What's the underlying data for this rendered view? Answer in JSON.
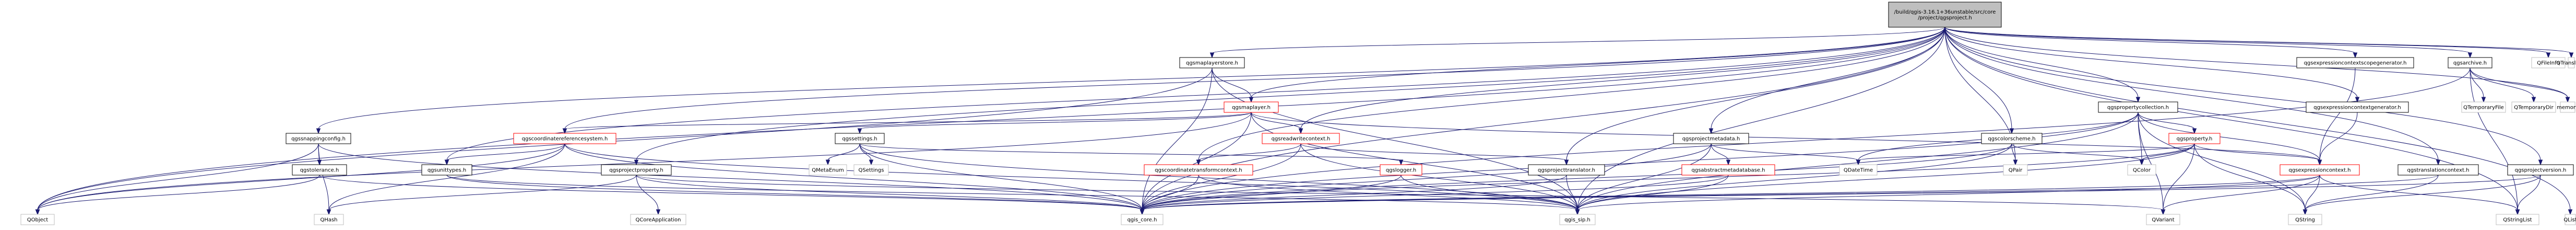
{
  "colors": {
    "edge": "#191970",
    "node_border_default": "#bfbfbf",
    "node_border_linked": "#000000",
    "node_border_red": "#ff0000",
    "root_fill": "#bfbfbf",
    "node_fill": "#ffffff",
    "text": "#000000"
  },
  "graph": {
    "nodes": [
      {
        "id": "root",
        "lines": [
          "/build/qgis-3.16.1+36unstable/src/core",
          "/project/qgsproject.h"
        ],
        "kind": "root"
      },
      {
        "id": "qgsmaplayerstore",
        "lines": [
          "qgsmaplayerstore.h"
        ],
        "kind": "linked"
      },
      {
        "id": "qgsexpressioncontextscopegenerator",
        "lines": [
          "qgsexpressioncontextscopegenerator.h"
        ],
        "kind": "linked"
      },
      {
        "id": "qgsarchive",
        "lines": [
          "qgsarchive.h"
        ],
        "kind": "linked"
      },
      {
        "id": "qfileinfo",
        "lines": [
          "QFileInfo"
        ],
        "kind": "external"
      },
      {
        "id": "qtranslator",
        "lines": [
          "QTranslator"
        ],
        "kind": "external"
      },
      {
        "id": "qgsmaplayer",
        "lines": [
          "qgsmaplayer.h"
        ],
        "kind": "red"
      },
      {
        "id": "qgspropertycollection",
        "lines": [
          "qgspropertycollection.h"
        ],
        "kind": "linked"
      },
      {
        "id": "qgsexpressioncontextgenerator",
        "lines": [
          "qgsexpressioncontextgenerator.h"
        ],
        "kind": "linked"
      },
      {
        "id": "qtemporaryfile",
        "lines": [
          "QTemporaryFile"
        ],
        "kind": "external"
      },
      {
        "id": "qtemporarydir",
        "lines": [
          "QTemporaryDir"
        ],
        "kind": "external"
      },
      {
        "id": "memory",
        "lines": [
          "memory"
        ],
        "kind": "external"
      },
      {
        "id": "qgssnappingconfig",
        "lines": [
          "qgssnappingconfig.h"
        ],
        "kind": "linked"
      },
      {
        "id": "qgscoordinatereferencesystem",
        "lines": [
          "qgscoordinatereferencesystem.h"
        ],
        "kind": "red"
      },
      {
        "id": "qgssettings",
        "lines": [
          "qgssettings.h"
        ],
        "kind": "linked"
      },
      {
        "id": "qgsreadwritecontext",
        "lines": [
          "qgsreadwritecontext.h"
        ],
        "kind": "red"
      },
      {
        "id": "qgsprojectmetadata",
        "lines": [
          "qgsprojectmetadata.h"
        ],
        "kind": "linked"
      },
      {
        "id": "qgscolorscheme",
        "lines": [
          "qgscolorscheme.h"
        ],
        "kind": "linked"
      },
      {
        "id": "qgsproperty",
        "lines": [
          "qgsproperty.h"
        ],
        "kind": "red"
      },
      {
        "id": "qgstolerance",
        "lines": [
          "qgstolerance.h"
        ],
        "kind": "linked"
      },
      {
        "id": "qgsunittypes",
        "lines": [
          "qgsunittypes.h"
        ],
        "kind": "linked"
      },
      {
        "id": "qgsprojectproperty",
        "lines": [
          "qgsprojectproperty.h"
        ],
        "kind": "linked"
      },
      {
        "id": "qmetaenum",
        "lines": [
          "QMetaEnum"
        ],
        "kind": "external"
      },
      {
        "id": "qsettings",
        "lines": [
          "QSettings"
        ],
        "kind": "external"
      },
      {
        "id": "qgscoordinatetransformcontext",
        "lines": [
          "qgscoordinatetransformcontext.h"
        ],
        "kind": "red"
      },
      {
        "id": "qgslogger",
        "lines": [
          "qgslogger.h"
        ],
        "kind": "red"
      },
      {
        "id": "qgsprojecttranslator",
        "lines": [
          "qgsprojecttranslator.h"
        ],
        "kind": "linked"
      },
      {
        "id": "qgsabstractmetadatabase",
        "lines": [
          "qgsabstractmetadatabase.h"
        ],
        "kind": "red"
      },
      {
        "id": "qdatetime",
        "lines": [
          "QDateTime"
        ],
        "kind": "external"
      },
      {
        "id": "qpair",
        "lines": [
          "QPair"
        ],
        "kind": "external"
      },
      {
        "id": "qcolor",
        "lines": [
          "QColor"
        ],
        "kind": "external"
      },
      {
        "id": "qgsexpressioncontext",
        "lines": [
          "qgsexpressioncontext.h"
        ],
        "kind": "red"
      },
      {
        "id": "qgstranslationcontext",
        "lines": [
          "qgstranslationcontext.h"
        ],
        "kind": "linked"
      },
      {
        "id": "qgsprojectversion",
        "lines": [
          "qgsprojectversion.h"
        ],
        "kind": "linked"
      },
      {
        "id": "qobject",
        "lines": [
          "QObject"
        ],
        "kind": "external"
      },
      {
        "id": "qhash",
        "lines": [
          "QHash"
        ],
        "kind": "external"
      },
      {
        "id": "qcoreapplication",
        "lines": [
          "QCoreApplication"
        ],
        "kind": "external"
      },
      {
        "id": "qgis_core",
        "lines": [
          "qgis_core.h"
        ],
        "kind": "external"
      },
      {
        "id": "qgis_sip",
        "lines": [
          "qgis_sip.h"
        ],
        "kind": "external"
      },
      {
        "id": "qvariant",
        "lines": [
          "QVariant"
        ],
        "kind": "external"
      },
      {
        "id": "qstring",
        "lines": [
          "QString"
        ],
        "kind": "external"
      },
      {
        "id": "qstringlist",
        "lines": [
          "QStringList"
        ],
        "kind": "external"
      },
      {
        "id": "qlist",
        "lines": [
          "QList"
        ],
        "kind": "external"
      }
    ],
    "edges": [
      [
        "root",
        "qgsmaplayerstore"
      ],
      [
        "root",
        "qgsexpressioncontextscopegenerator"
      ],
      [
        "root",
        "qgsarchive"
      ],
      [
        "root",
        "qfileinfo"
      ],
      [
        "root",
        "qtranslator"
      ],
      [
        "root",
        "qgsmaplayer"
      ],
      [
        "root",
        "qgspropertycollection"
      ],
      [
        "root",
        "qgsexpressioncontextgenerator"
      ],
      [
        "root",
        "memory"
      ],
      [
        "root",
        "qgssnappingconfig"
      ],
      [
        "root",
        "qgscoordinatereferencesystem"
      ],
      [
        "root",
        "qgsreadwritecontext"
      ],
      [
        "root",
        "qgsprojectmetadata"
      ],
      [
        "root",
        "qgscolorscheme"
      ],
      [
        "root",
        "qgsunittypes"
      ],
      [
        "root",
        "qgsprojectproperty"
      ],
      [
        "root",
        "qgscoordinatetransformcontext"
      ],
      [
        "root",
        "qgsprojecttranslator"
      ],
      [
        "root",
        "qgstranslationcontext"
      ],
      [
        "root",
        "qgsprojectversion"
      ],
      [
        "root",
        "qobject"
      ],
      [
        "root",
        "qgis_core"
      ],
      [
        "root",
        "qgis_sip"
      ],
      [
        "root",
        "qstringlist"
      ],
      [
        "root",
        "qlist"
      ],
      [
        "root",
        "qpair"
      ],
      [
        "qgsmaplayerstore",
        "qgsmaplayer"
      ],
      [
        "qgsmaplayerstore",
        "qobject"
      ],
      [
        "qgsmaplayerstore",
        "qgis_core"
      ],
      [
        "qgsmaplayerstore",
        "qgis_sip"
      ],
      [
        "qgsexpressioncontextscopegenerator",
        "qgsexpressioncontext"
      ],
      [
        "qgsarchive",
        "qtemporaryfile"
      ],
      [
        "qgsarchive",
        "qtemporarydir"
      ],
      [
        "qgsarchive",
        "memory"
      ],
      [
        "qgsarchive",
        "qgis_core"
      ],
      [
        "qgsarchive",
        "qstringlist"
      ],
      [
        "qgsmaplayer",
        "qgscoordinatereferencesystem"
      ],
      [
        "qgsmaplayer",
        "qgssettings"
      ],
      [
        "qgsmaplayer",
        "qgsreadwritecontext"
      ],
      [
        "qgsmaplayer",
        "qgsexpressioncontext"
      ],
      [
        "qgsmaplayer",
        "qobject"
      ],
      [
        "qgsmaplayer",
        "qgis_sip"
      ],
      [
        "qgsmaplayer",
        "qgis_core"
      ],
      [
        "qgspropertycollection",
        "qgsproperty"
      ],
      [
        "qgspropertycollection",
        "qgsexpressioncontext"
      ],
      [
        "qgspropertycollection",
        "qdatetime"
      ],
      [
        "qgspropertycollection",
        "qcolor"
      ],
      [
        "qgspropertycollection",
        "qgis_core"
      ],
      [
        "qgspropertycollection",
        "qgis_sip"
      ],
      [
        "qgspropertycollection",
        "qvariant"
      ],
      [
        "qgspropertycollection",
        "qstring"
      ],
      [
        "qgsexpressioncontextgenerator",
        "qgsexpressioncontext"
      ],
      [
        "qgssnappingconfig",
        "qgstolerance"
      ],
      [
        "qgssnappingconfig",
        "qgis_core"
      ],
      [
        "qgssnappingconfig",
        "qobject"
      ],
      [
        "qgssnappingconfig",
        "qhash"
      ],
      [
        "qgscoordinatereferencesystem",
        "qgsunittypes"
      ],
      [
        "qgscoordinatereferencesystem",
        "qgis_core"
      ],
      [
        "qgscoordinatereferencesystem",
        "qgis_sip"
      ],
      [
        "qgscoordinatereferencesystem",
        "qobject"
      ],
      [
        "qgscoordinatereferencesystem",
        "qhash"
      ],
      [
        "qgssettings",
        "qmetaenum"
      ],
      [
        "qgssettings",
        "qsettings"
      ],
      [
        "qgssettings",
        "qgis_core"
      ],
      [
        "qgssettings",
        "qgis_sip"
      ],
      [
        "qgssettings",
        "qgslogger"
      ],
      [
        "qgsreadwritecontext",
        "qgscoordinatetransformcontext"
      ],
      [
        "qgsreadwritecontext",
        "qgis_core"
      ],
      [
        "qgsreadwritecontext",
        "qgis_sip"
      ],
      [
        "qgsreadwritecontext",
        "qgsprojecttranslator"
      ],
      [
        "qgsprojectmetadata",
        "qgsabstractmetadatabase"
      ],
      [
        "qgsprojectmetadata",
        "qdatetime"
      ],
      [
        "qgsprojectmetadata",
        "qgis_core"
      ],
      [
        "qgsprojectmetadata",
        "qgis_sip"
      ],
      [
        "qgscolorscheme",
        "qpair"
      ],
      [
        "qgscolorscheme",
        "qcolor"
      ],
      [
        "qgscolorscheme",
        "qgis_core"
      ],
      [
        "qgscolorscheme",
        "qgis_sip"
      ],
      [
        "qgsproperty",
        "qgsexpressioncontext"
      ],
      [
        "qgsproperty",
        "qdatetime"
      ],
      [
        "qgsproperty",
        "qcolor"
      ],
      [
        "qgsproperty",
        "qvariant"
      ],
      [
        "qgsproperty",
        "qgis_core"
      ],
      [
        "qgsproperty",
        "qgis_sip"
      ],
      [
        "qgsproperty",
        "qstring"
      ],
      [
        "qgstolerance",
        "qgis_core"
      ],
      [
        "qgstolerance",
        "qobject"
      ],
      [
        "qgsunittypes",
        "qgis_core"
      ],
      [
        "qgsunittypes",
        "qgis_sip"
      ],
      [
        "qgsprojectproperty",
        "qhash"
      ],
      [
        "qgsprojectproperty",
        "qcoreapplication"
      ],
      [
        "qgsprojectproperty",
        "qgis_core"
      ],
      [
        "qgsprojectproperty",
        "qvariant"
      ],
      [
        "qgscoordinatetransformcontext",
        "qgis_core"
      ],
      [
        "qgscoordinatetransformcontext",
        "qgis_sip"
      ],
      [
        "qgslogger",
        "qgis_core"
      ],
      [
        "qgslogger",
        "qgis_sip"
      ],
      [
        "qgsprojecttranslator",
        "qgis_core"
      ],
      [
        "qgsprojecttranslator",
        "qgis_sip"
      ],
      [
        "qgsabstractmetadatabase",
        "qgis_core"
      ],
      [
        "qgsabstractmetadatabase",
        "qgis_sip"
      ],
      [
        "qgsexpressioncontext",
        "qgis_core"
      ],
      [
        "qgsexpressioncontext",
        "qgis_sip"
      ],
      [
        "qgsexpressioncontext",
        "qstring"
      ],
      [
        "qgsexpressioncontext",
        "qstringlist"
      ],
      [
        "qgsexpressioncontext",
        "qvariant"
      ],
      [
        "qgstranslationcontext",
        "qgis_core"
      ],
      [
        "qgstranslationcontext",
        "qstring"
      ],
      [
        "qgsprojectversion",
        "qgis_core"
      ],
      [
        "qgsprojectversion",
        "qstring"
      ],
      [
        "qgsprojectversion",
        "qstringlist"
      ]
    ]
  }
}
